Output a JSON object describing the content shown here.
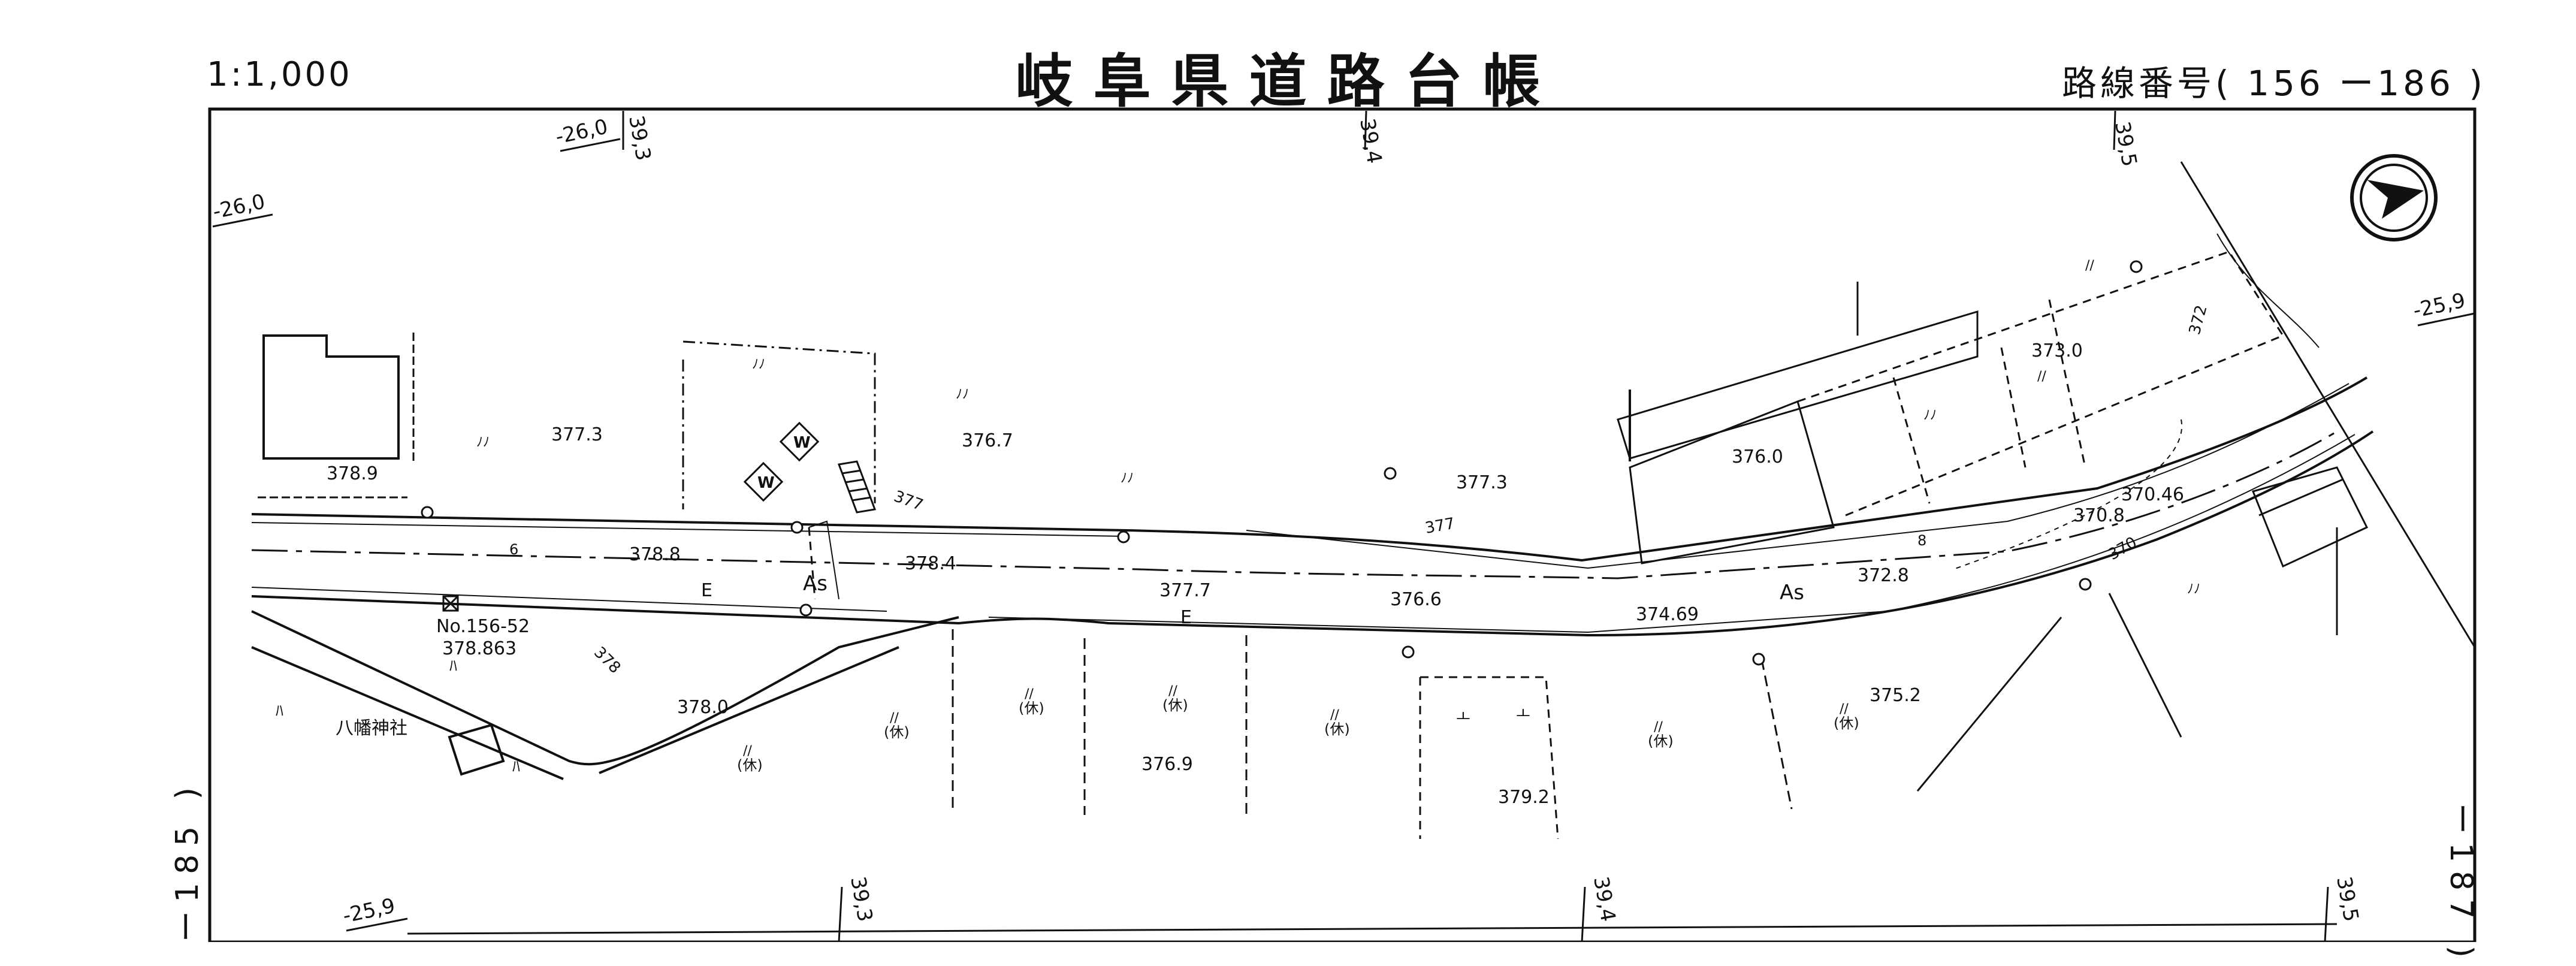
{
  "header": {
    "scale": "1:1,000",
    "title": "岐阜県道路台帳",
    "route_label": "路線番号( 156 ー186 )"
  },
  "sheet_refs": {
    "left": "ー185 )",
    "right": "ー187 )"
  },
  "grid_labels": {
    "top": [
      "39,3",
      "39,4",
      "39,5"
    ],
    "bottom": [
      "39,3",
      "39,4",
      "39,5"
    ],
    "left_top": "-26,0",
    "left_mid": "-26,0",
    "right": "-25,9",
    "bottom_left": "-25,9"
  },
  "road": {
    "surface": "As",
    "surface2": "As",
    "lane_e1": "E",
    "lane_e2": "E",
    "lane_no1": "6",
    "lane_no2": "8"
  },
  "benchmark": {
    "id": "No.156-52",
    "elevation": "378.863"
  },
  "shrine": "八幡神社",
  "elevations": [
    "378.9",
    "377.3",
    "376.7",
    "377.3",
    "376.0",
    "373.0",
    "378.8",
    "378.4",
    "377.7",
    "376.6",
    "374.69",
    "372.8",
    "370.8",
    "370.46",
    "378.0",
    "376.9",
    "379.2",
    "375.2"
  ],
  "contours": [
    "377",
    "377",
    "378",
    "372",
    "370"
  ],
  "land_use": {
    "rest": "(休)",
    "same": "//",
    "field": "ﾉﾉ",
    "forest": "ﾊ",
    "wasteland": "ㅗ",
    "well": "W"
  },
  "north_arrow": "north-arrow"
}
